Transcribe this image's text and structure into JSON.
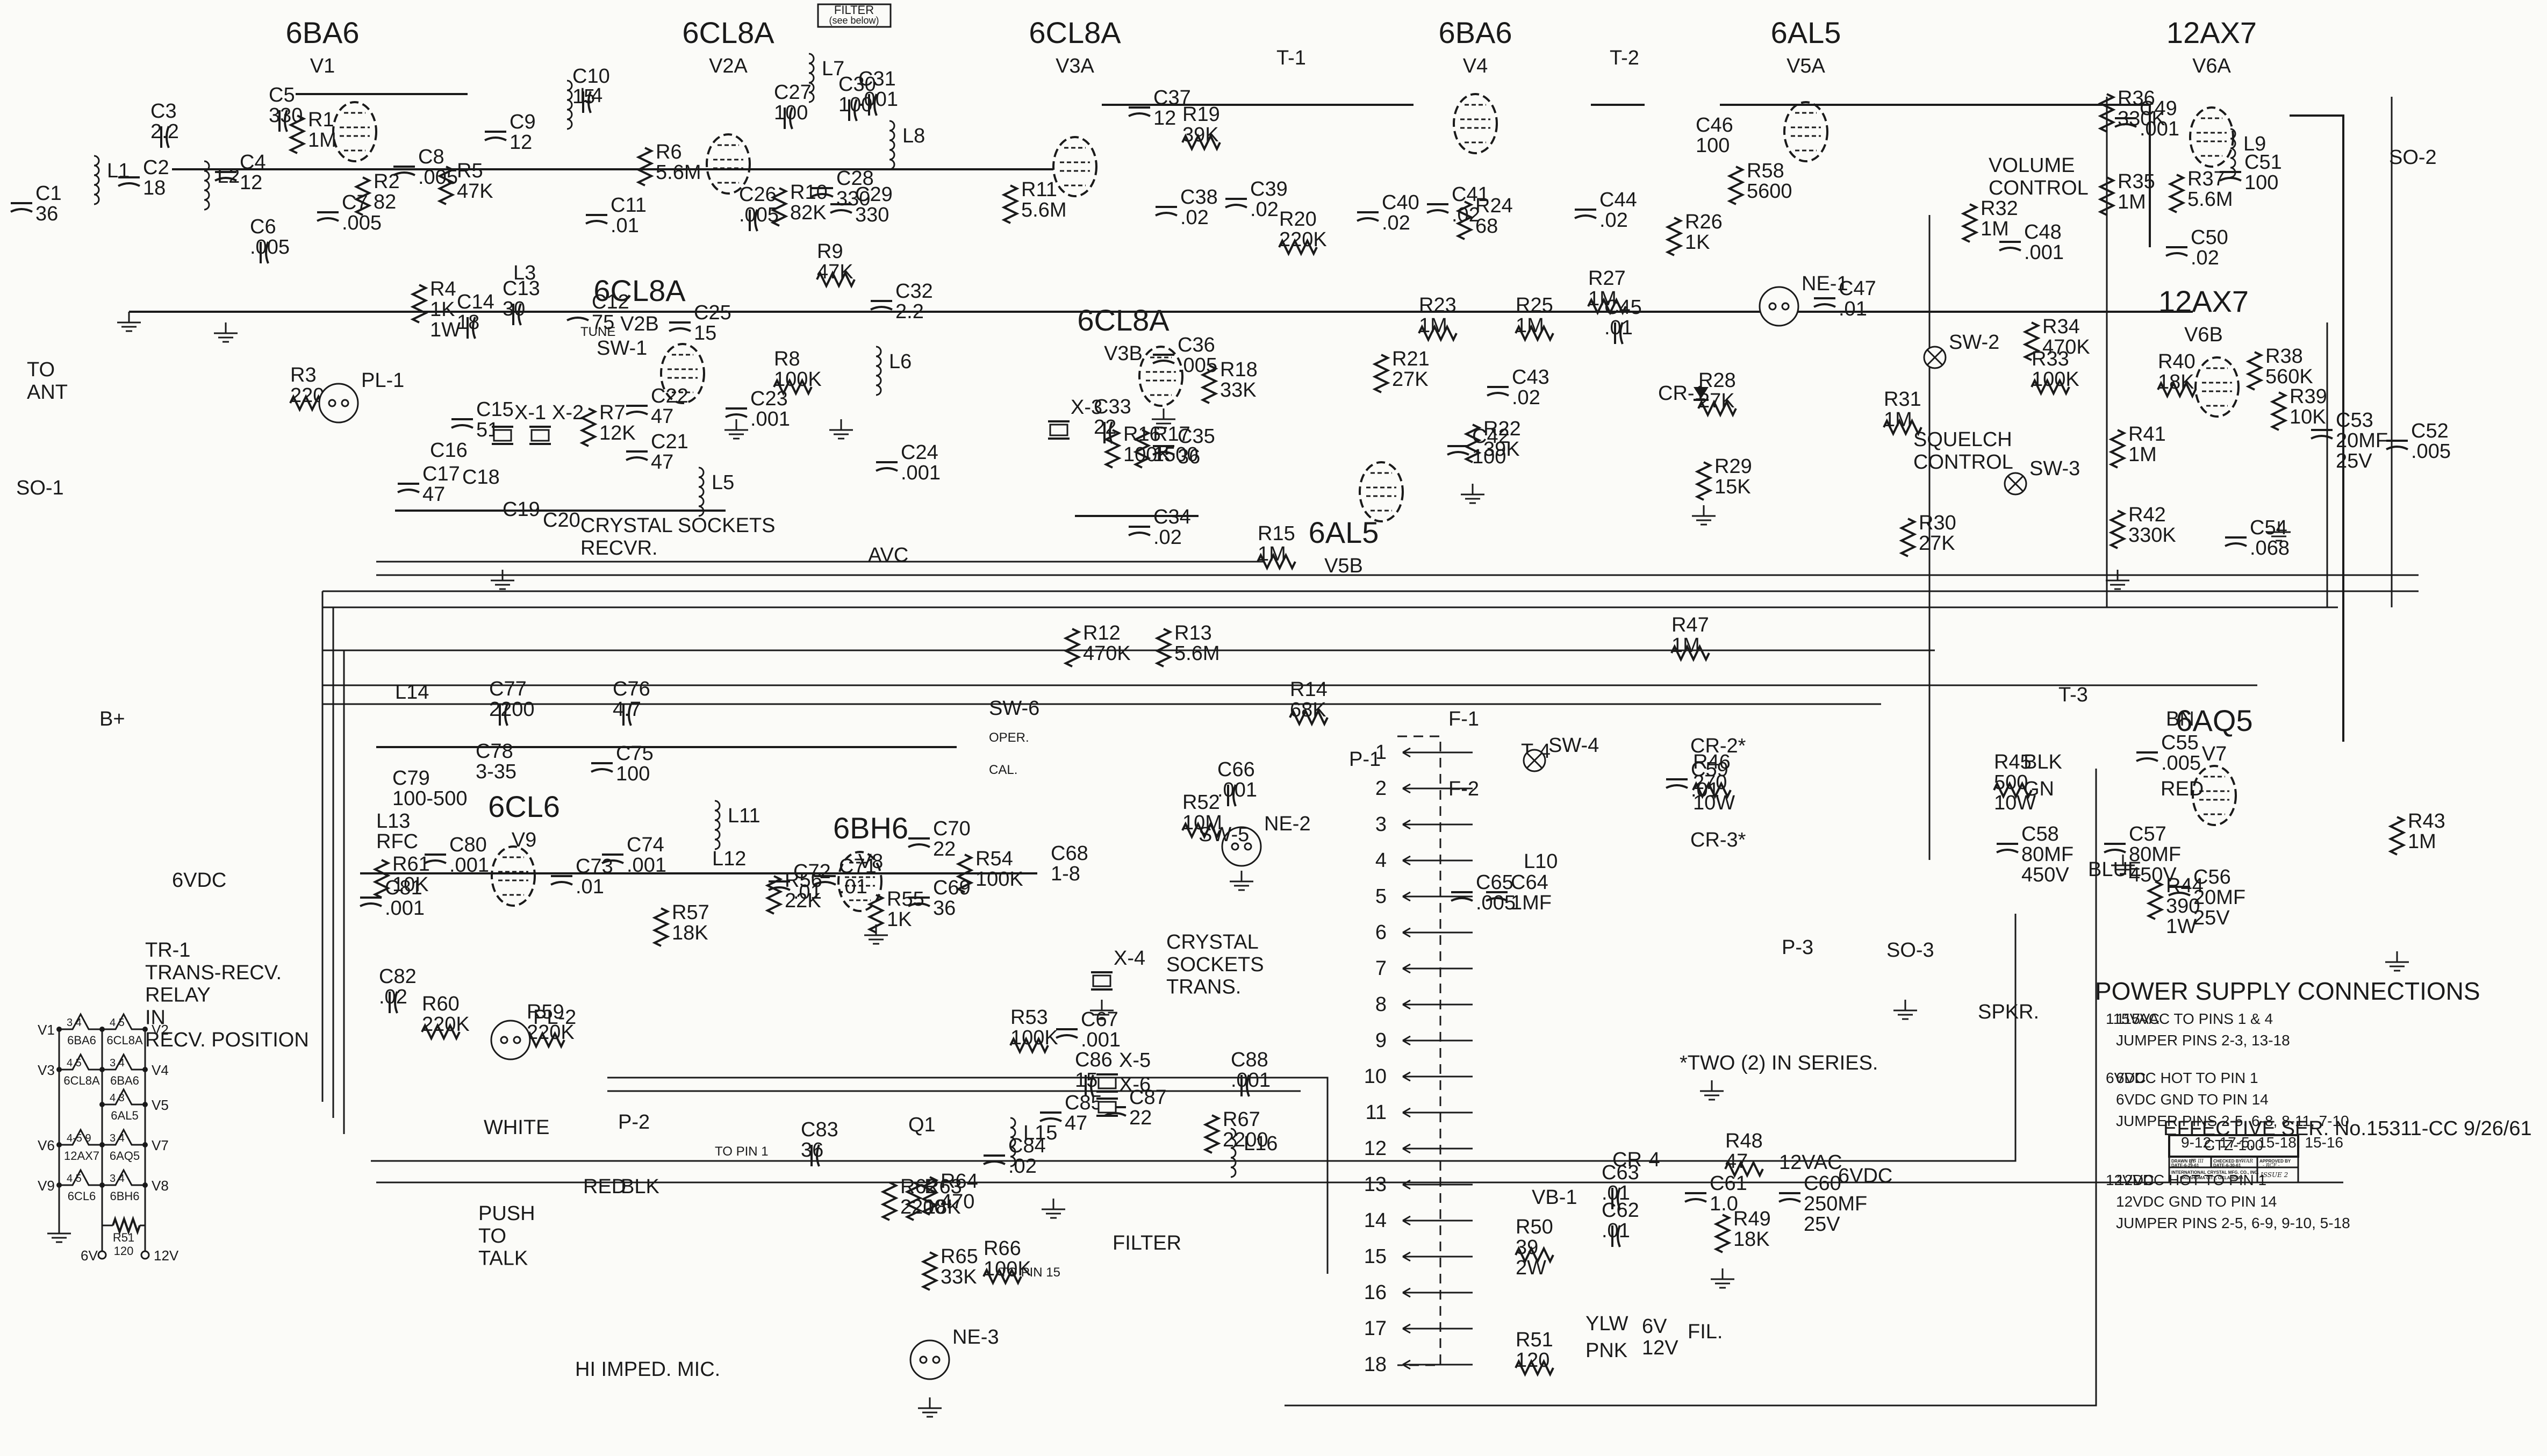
{
  "drawing": {
    "model": "CTZ-100",
    "effective": "EFFECTIVE SER. No.15311-CC  9/26/61",
    "title_block": {
      "drawn_by": "DRAWN BY-",
      "drawn_by_sig": "JB III",
      "drawn_date": "DATE-6-29-61",
      "checked_by": "CHECKED BY-",
      "checked_by_sig": "WAR",
      "checked_date": "DATE-6-30-61",
      "approved_by": "APPROVED BY",
      "approved_sig": "- RCF -",
      "company_line1": "INTERNATIONAL CRYSTAL MFG. CO., INC.",
      "company_line2": "OKLAHOMA CITY, OKLAHOMA",
      "issue": "ISSUE 2"
    }
  },
  "tubes": [
    {
      "id": "V1",
      "type": "6BA6"
    },
    {
      "id": "V2A",
      "type": "6CL8A"
    },
    {
      "id": "V2B",
      "type": "6CL8A"
    },
    {
      "id": "V3A",
      "type": "6CL8A"
    },
    {
      "id": "V3B",
      "type": "6CL8A"
    },
    {
      "id": "V4",
      "type": "6BA6"
    },
    {
      "id": "V5A",
      "type": "6AL5"
    },
    {
      "id": "V5B",
      "type": "6AL5"
    },
    {
      "id": "V6A",
      "type": "12AX7"
    },
    {
      "id": "V6B",
      "type": "12AX7"
    },
    {
      "id": "V7",
      "type": "6AQ5"
    },
    {
      "id": "V8",
      "type": "6BH6"
    },
    {
      "id": "V9",
      "type": "6CL6"
    }
  ],
  "filter_box": {
    "line1": "FILTER",
    "line2": "(see below)"
  },
  "labels": {
    "to_ant": "TO\nANT",
    "so1": "SO-1",
    "b_plus": "B+",
    "avc": "AVC",
    "volume_control": "VOLUME\nCONTROL",
    "squelch_control": "SQUELCH\nCONTROL",
    "crystal_recvr": "CRYSTAL  SOCKETS\nRECVR.",
    "crystal_trans": "CRYSTAL\nSOCKETS\nTRANS.",
    "relay": "TR-1\nTRANS-RECV.\nRELAY\nIN\nRECV. POSITION",
    "relay_6vdc": "6VDC",
    "push_to_talk": "PUSH\nTO\nTALK",
    "mic": "HI  IMPED. MIC.",
    "filter": "FILTER",
    "to_pin1": "TO PIN 1",
    "to_pin15": "TO PIN 15",
    "two_in_series": "*TWO (2) IN SERIES.",
    "v12ac": "12VAC",
    "v6dc": "6VDC",
    "fil": "FIL.",
    "ylw": "YLW",
    "pnk": "PNK",
    "fil6v": "6V",
    "fil12v": "12V",
    "spkr": "SPKR.",
    "white": "WHITE",
    "red": "RED",
    "blk": "BLK",
    "oper": "OPER.",
    "cal": "CAL.",
    "tune": "TUNE",
    "blk_t3": "BLK",
    "gn_t3": "GN",
    "bn": "BN",
    "red_t3": "RED",
    "blue": "BLUE"
  },
  "components": [
    {
      "ref": "L1",
      "value": ""
    },
    {
      "ref": "L2",
      "value": ""
    },
    {
      "ref": "C1",
      "value": "36"
    },
    {
      "ref": "C2",
      "value": "18"
    },
    {
      "ref": "C3",
      "value": "2.2"
    },
    {
      "ref": "C4",
      "value": "12"
    },
    {
      "ref": "C5",
      "value": "330"
    },
    {
      "ref": "C6",
      "value": ".005"
    },
    {
      "ref": "C7",
      "value": ".005"
    },
    {
      "ref": "C8",
      "value": ".005"
    },
    {
      "ref": "C9",
      "value": "12"
    },
    {
      "ref": "C10",
      "value": "15"
    },
    {
      "ref": "C11",
      "value": ".01"
    },
    {
      "ref": "C12",
      "value": "75"
    },
    {
      "ref": "C13",
      "value": "30"
    },
    {
      "ref": "C14",
      "value": "18"
    },
    {
      "ref": "C15",
      "value": "51"
    },
    {
      "ref": "C16",
      "value": ""
    },
    {
      "ref": "C17",
      "value": "47"
    },
    {
      "ref": "C18",
      "value": ""
    },
    {
      "ref": "C19",
      "value": ""
    },
    {
      "ref": "C20",
      "value": ""
    },
    {
      "ref": "C21",
      "value": "47"
    },
    {
      "ref": "C22",
      "value": "47"
    },
    {
      "ref": "C23",
      "value": ".001"
    },
    {
      "ref": "C24",
      "value": ".001"
    },
    {
      "ref": "C25",
      "value": "15"
    },
    {
      "ref": "C26",
      "value": ".005"
    },
    {
      "ref": "C27",
      "value": "100"
    },
    {
      "ref": "C28",
      "value": "330"
    },
    {
      "ref": "C29",
      "value": "330"
    },
    {
      "ref": "C30",
      "value": "100"
    },
    {
      "ref": "C31",
      "value": ".001"
    },
    {
      "ref": "C32",
      "value": "2.2"
    },
    {
      "ref": "C33",
      "value": "22"
    },
    {
      "ref": "C34",
      "value": ".02"
    },
    {
      "ref": "C35",
      "value": "36"
    },
    {
      "ref": "C36",
      "value": ".005"
    },
    {
      "ref": "C37",
      "value": "12"
    },
    {
      "ref": "C38",
      "value": ".02"
    },
    {
      "ref": "C39",
      "value": ".02"
    },
    {
      "ref": "C40",
      "value": ".02"
    },
    {
      "ref": "C41",
      "value": ".02"
    },
    {
      "ref": "C42",
      "value": "100"
    },
    {
      "ref": "C43",
      "value": ".02"
    },
    {
      "ref": "C44",
      "value": ".02"
    },
    {
      "ref": "C45",
      "value": ".01"
    },
    {
      "ref": "C46",
      "value": "100"
    },
    {
      "ref": "C47",
      "value": ".01"
    },
    {
      "ref": "C48",
      "value": ".001"
    },
    {
      "ref": "C49",
      "value": ".001"
    },
    {
      "ref": "C50",
      "value": ".02"
    },
    {
      "ref": "C51",
      "value": "100"
    },
    {
      "ref": "C52",
      "value": ".005"
    },
    {
      "ref": "C53",
      "value": "20MF 25V"
    },
    {
      "ref": "C54",
      "value": ".068"
    },
    {
      "ref": "C55",
      "value": ".005"
    },
    {
      "ref": "C56",
      "value": "20MF 25V"
    },
    {
      "ref": "C57",
      "value": "80MF 450V"
    },
    {
      "ref": "C58",
      "value": "80MF 450V"
    },
    {
      "ref": "C59",
      "value": ".01"
    },
    {
      "ref": "C60",
      "value": "250MF 25V"
    },
    {
      "ref": "C61",
      "value": "1.0"
    },
    {
      "ref": "C62",
      "value": ".01"
    },
    {
      "ref": "C63",
      "value": ".01"
    },
    {
      "ref": "C64",
      "value": "1MF"
    },
    {
      "ref": "C65",
      "value": ".005"
    },
    {
      "ref": "C66",
      "value": ".001"
    },
    {
      "ref": "C67",
      "value": ".001"
    },
    {
      "ref": "C68",
      "value": "1-8"
    },
    {
      "ref": "C69",
      "value": "36"
    },
    {
      "ref": "C70",
      "value": "22"
    },
    {
      "ref": "C71",
      "value": ".01"
    },
    {
      "ref": "C72",
      "value": ".01"
    },
    {
      "ref": "C73",
      "value": ".01"
    },
    {
      "ref": "C74",
      "value": ".001"
    },
    {
      "ref": "C75",
      "value": "100"
    },
    {
      "ref": "C76",
      "value": "4.7"
    },
    {
      "ref": "C77",
      "value": "2200"
    },
    {
      "ref": "C78",
      "value": "3-35"
    },
    {
      "ref": "C79",
      "value": "100-500"
    },
    {
      "ref": "C80",
      "value": ".001"
    },
    {
      "ref": "C81",
      "value": ".001"
    },
    {
      "ref": "C82",
      "value": ".02"
    },
    {
      "ref": "C83",
      "value": "36"
    },
    {
      "ref": "C84",
      "value": ".02"
    },
    {
      "ref": "C85",
      "value": "47"
    },
    {
      "ref": "C86",
      "value": "15"
    },
    {
      "ref": "C87",
      "value": "22"
    },
    {
      "ref": "C88",
      "value": ".001"
    },
    {
      "ref": "R1",
      "value": "1M"
    },
    {
      "ref": "R2",
      "value": "82"
    },
    {
      "ref": "R3",
      "value": "220K"
    },
    {
      "ref": "R4",
      "value": "1K 1W"
    },
    {
      "ref": "R5",
      "value": "47K"
    },
    {
      "ref": "R6",
      "value": "5.6M"
    },
    {
      "ref": "R7",
      "value": "12K"
    },
    {
      "ref": "R8",
      "value": "100K"
    },
    {
      "ref": "R9",
      "value": "47K"
    },
    {
      "ref": "R10",
      "value": "82K"
    },
    {
      "ref": "R11",
      "value": "5.6M"
    },
    {
      "ref": "R12",
      "value": "470K"
    },
    {
      "ref": "R13",
      "value": "5.6M"
    },
    {
      "ref": "R14",
      "value": "68K"
    },
    {
      "ref": "R15",
      "value": "1M"
    },
    {
      "ref": "R16",
      "value": "100K"
    },
    {
      "ref": "R17",
      "value": "1500"
    },
    {
      "ref": "R18",
      "value": "33K"
    },
    {
      "ref": "R19",
      "value": "39K"
    },
    {
      "ref": "R20",
      "value": "220K"
    },
    {
      "ref": "R21",
      "value": "27K"
    },
    {
      "ref": "R22",
      "value": "39K"
    },
    {
      "ref": "R23",
      "value": "1M"
    },
    {
      "ref": "R24",
      "value": "68"
    },
    {
      "ref": "R25",
      "value": "1M"
    },
    {
      "ref": "R26",
      "value": "1K"
    },
    {
      "ref": "R27",
      "value": "1M"
    },
    {
      "ref": "R28",
      "value": "27K"
    },
    {
      "ref": "R29",
      "value": "15K"
    },
    {
      "ref": "R30",
      "value": "27K"
    },
    {
      "ref": "R31",
      "value": "1M"
    },
    {
      "ref": "R32",
      "value": "1M"
    },
    {
      "ref": "R33",
      "value": "100K"
    },
    {
      "ref": "R34",
      "value": "470K"
    },
    {
      "ref": "R35",
      "value": "1M"
    },
    {
      "ref": "R36",
      "value": "330K"
    },
    {
      "ref": "R37",
      "value": "5.6M"
    },
    {
      "ref": "R38",
      "value": "560K"
    },
    {
      "ref": "R39",
      "value": "10K"
    },
    {
      "ref": "R40",
      "value": "18K"
    },
    {
      "ref": "R41",
      "value": "1M"
    },
    {
      "ref": "R42",
      "value": "330K"
    },
    {
      "ref": "R43",
      "value": "1M"
    },
    {
      "ref": "R44",
      "value": "390 1W"
    },
    {
      "ref": "R45",
      "value": "500 10W"
    },
    {
      "ref": "R46",
      "value": "270 10W"
    },
    {
      "ref": "R47",
      "value": "1M"
    },
    {
      "ref": "R48",
      "value": "47"
    },
    {
      "ref": "R49",
      "value": "18K"
    },
    {
      "ref": "R50",
      "value": "39 2W"
    },
    {
      "ref": "R51",
      "value": "120"
    },
    {
      "ref": "R52",
      "value": "10M"
    },
    {
      "ref": "R53",
      "value": "100K"
    },
    {
      "ref": "R54",
      "value": "100K"
    },
    {
      "ref": "R55",
      "value": "1K"
    },
    {
      "ref": "R56",
      "value": "22K"
    },
    {
      "ref": "R57",
      "value": "18K"
    },
    {
      "ref": "R58",
      "value": "5600"
    },
    {
      "ref": "R59",
      "value": "220K"
    },
    {
      "ref": "R60",
      "value": "220K"
    },
    {
      "ref": "R61",
      "value": "10K"
    },
    {
      "ref": "R62",
      "value": "2200"
    },
    {
      "ref": "R63",
      "value": "18K"
    },
    {
      "ref": "R64",
      "value": "470"
    },
    {
      "ref": "R65",
      "value": "33K"
    },
    {
      "ref": "R66",
      "value": "100K"
    },
    {
      "ref": "R67",
      "value": "2200"
    },
    {
      "ref": "L3",
      "value": ""
    },
    {
      "ref": "L4",
      "value": ""
    },
    {
      "ref": "L5",
      "value": ""
    },
    {
      "ref": "L6",
      "value": ""
    },
    {
      "ref": "L7",
      "value": ""
    },
    {
      "ref": "L8",
      "value": ""
    },
    {
      "ref": "L9",
      "value": ""
    },
    {
      "ref": "L10",
      "value": ""
    },
    {
      "ref": "L11",
      "value": ""
    },
    {
      "ref": "L12",
      "value": ""
    },
    {
      "ref": "L13",
      "value": "RFC"
    },
    {
      "ref": "L14",
      "value": ""
    },
    {
      "ref": "L15",
      "value": ""
    },
    {
      "ref": "L16",
      "value": ""
    },
    {
      "ref": "T-1",
      "value": ""
    },
    {
      "ref": "T-2",
      "value": ""
    },
    {
      "ref": "T-3",
      "value": ""
    },
    {
      "ref": "T-4",
      "value": ""
    },
    {
      "ref": "CR-1",
      "value": ""
    },
    {
      "ref": "CR-2*",
      "value": ""
    },
    {
      "ref": "CR-3*",
      "value": ""
    },
    {
      "ref": "CR-4",
      "value": ""
    },
    {
      "ref": "NE-1",
      "value": ""
    },
    {
      "ref": "NE-2",
      "value": ""
    },
    {
      "ref": "NE-3",
      "value": ""
    },
    {
      "ref": "PL-1",
      "value": ""
    },
    {
      "ref": "PL-2",
      "value": ""
    },
    {
      "ref": "SW-1",
      "value": ""
    },
    {
      "ref": "SW-2",
      "value": ""
    },
    {
      "ref": "SW-3",
      "value": ""
    },
    {
      "ref": "SW-4",
      "value": ""
    },
    {
      "ref": "SW-5",
      "value": ""
    },
    {
      "ref": "SW-6",
      "value": ""
    },
    {
      "ref": "X-1",
      "value": ""
    },
    {
      "ref": "X-2",
      "value": ""
    },
    {
      "ref": "X-3",
      "value": ""
    },
    {
      "ref": "X-4",
      "value": ""
    },
    {
      "ref": "X-5",
      "value": ""
    },
    {
      "ref": "X-6",
      "value": ""
    },
    {
      "ref": "F-1",
      "value": ""
    },
    {
      "ref": "F-2",
      "value": ""
    },
    {
      "ref": "Q1",
      "value": ""
    },
    {
      "ref": "VB-1",
      "value": ""
    },
    {
      "ref": "SO-2",
      "value": ""
    },
    {
      "ref": "SO-3",
      "value": ""
    },
    {
      "ref": "P-1",
      "value": ""
    },
    {
      "ref": "P-2",
      "value": ""
    },
    {
      "ref": "P-3",
      "value": ""
    }
  ],
  "p1_pins": [
    "1",
    "2",
    "3",
    "4",
    "5",
    "6",
    "7",
    "8",
    "9",
    "10",
    "11",
    "12",
    "13",
    "14",
    "15",
    "16",
    "17",
    "18"
  ],
  "heater_string": {
    "rows": [
      {
        "left": "V1",
        "left_type": "6BA6",
        "left_pins": [
          "3",
          "4"
        ],
        "right": "V2",
        "right_type": "6CL8A",
        "right_pins": [
          "4",
          "5"
        ]
      },
      {
        "left": "V3",
        "left_type": "6CL8A",
        "left_pins": [
          "4",
          "5"
        ],
        "right": "V4",
        "right_type": "6BA6",
        "right_pins": [
          "3",
          "4"
        ]
      },
      {
        "left": "",
        "left_type": "",
        "left_pins": [],
        "right": "V5",
        "right_type": "6AL5",
        "right_pins": [
          "4",
          "3"
        ]
      },
      {
        "left": "V6",
        "left_type": "12AX7",
        "left_pins": [
          "4-5",
          "9"
        ],
        "right": "V7",
        "right_type": "6AQ5",
        "right_pins": [
          "3",
          "4"
        ]
      },
      {
        "left": "V9",
        "left_type": "6CL6",
        "left_pins": [
          "4",
          "5"
        ],
        "right": "V8",
        "right_type": "6BH6",
        "right_pins": [
          "3",
          "4"
        ]
      }
    ],
    "resistor": "R51",
    "resistor_value": "120",
    "term_6v": "6V",
    "term_12v": "12V"
  },
  "power_supply": {
    "title": "POWER  SUPPLY  CONNECTIONS",
    "sections": [
      {
        "mode": "115VAC",
        "lines": [
          "115VAC TO PINS 1 & 4",
          "JUMPER PINS 2-3, 13-18"
        ]
      },
      {
        "mode": "6VDC",
        "lines": [
          "6VDC  HOT  TO  PIN 1",
          "6VDC  GND  TO  PIN 14",
          "JUMPER  PINS  2-5, 6-8, 8-11, 7-10",
          "9-12, 17-5, 15-18, 15-16"
        ]
      },
      {
        "mode": "12VDC",
        "lines": [
          "12VDC  HOT  TO  PIN 1",
          "12VDC  GND  TO  PIN 14",
          "JUMPER  PINS  2-5, 6-9, 9-10, 5-18"
        ]
      }
    ]
  }
}
